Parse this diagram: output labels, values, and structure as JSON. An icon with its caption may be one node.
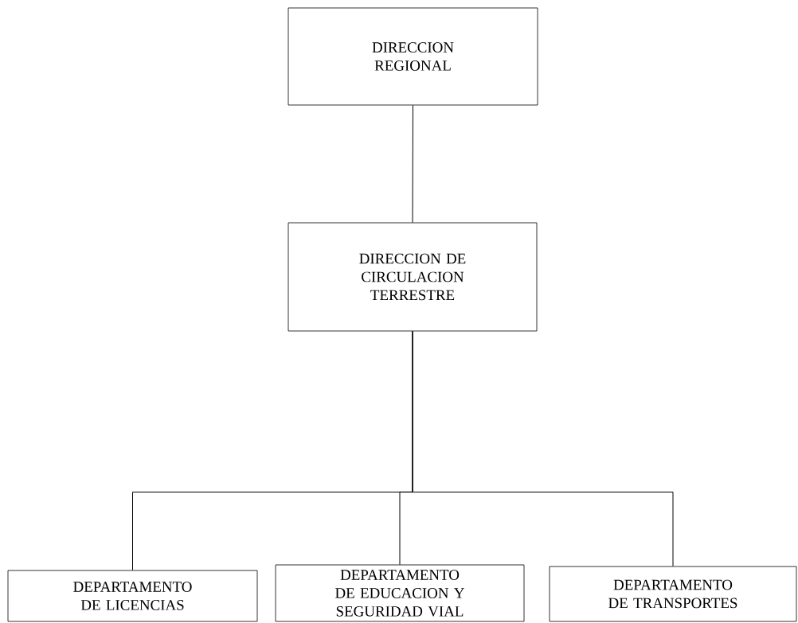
{
  "diagram": {
    "nodes": [
      {
        "text": [
          "DIRECCION REGIONAL"
        ]
      },
      {
        "text": [
          "DIRECCION DE CIRCULACION TERRESTRE"
        ]
      },
      {
        "text": [
          "DEPARTAMENTO DE LICENCIAS"
        ]
      },
      {
        "text": [
          "DEPARTAMENTO DE EDUCACION Y SEGURIDAD VIAL"
        ]
      },
      {
        "text": [
          "DEPARTAMENTO DE TRANSPORTES"
        ]
      }
    ],
    "edges": [
      {
        "from": 0,
        "to": 1,
        "arrow": "none"
      },
      {
        "from": 1,
        "to": 2,
        "arrow": "none"
      },
      {
        "from": 1,
        "to": 3,
        "arrow": "none"
      },
      {
        "from": 1,
        "to": 4,
        "arrow": "none"
      }
    ]
  }
}
